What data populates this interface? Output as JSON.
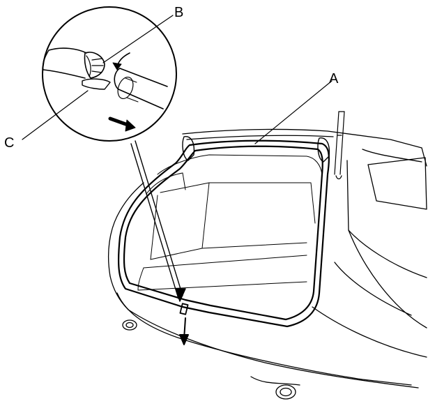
{
  "callouts": {
    "a": "A",
    "b": "B",
    "c": "C"
  },
  "colors": {
    "line": "#000000",
    "paper": "#ffffff",
    "hatch": "#9a9a9a"
  }
}
